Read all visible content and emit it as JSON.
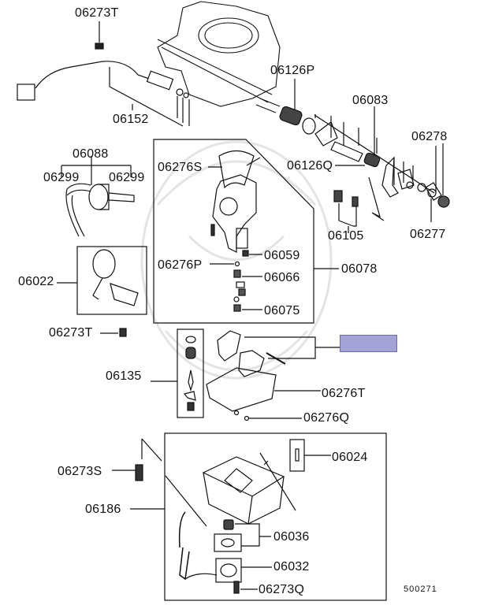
{
  "diagram_code": "500271",
  "highlight_color": "#a3a3d6",
  "labels": {
    "p06273T_top": "06273T",
    "p06152": "06152",
    "p06126P": "06126P",
    "p06083": "06083",
    "p06278": "06278",
    "p06088": "06088",
    "p06299_left": "06299",
    "p06299_right": "06299",
    "p06276S": "06276S",
    "p06126Q": "06126Q",
    "p06105": "06105",
    "p06277": "06277",
    "p06059": "06059",
    "p06276P": "06276P",
    "p06066": "06066",
    "p06078": "06078",
    "p06022": "06022",
    "p06075": "06075",
    "p06273T_mid": "06273T",
    "p06135": "06135",
    "p06276T": "06276T",
    "p06276Q": "06276Q",
    "p06024": "06024",
    "p06273S": "06273S",
    "p06186": "06186",
    "p06036": "06036",
    "p06032": "06032",
    "p06273Q": "06273Q"
  }
}
